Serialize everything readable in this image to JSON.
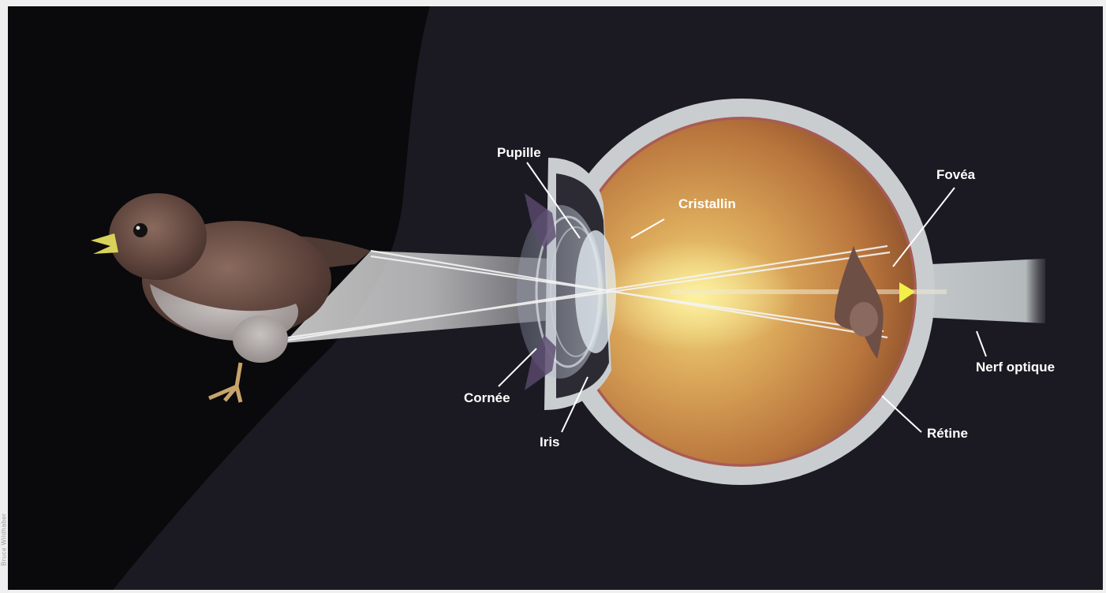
{
  "labels": {
    "pupille": "Pupille",
    "cristallin": "Cristallin",
    "fovea": "Fovéa",
    "nerf_optique": "Nerf optique",
    "cornee": "Cornée",
    "iris": "Iris",
    "retine": "Rétine"
  },
  "credit": "Bruce Wildhaber",
  "colors": {
    "background": "#0a090c",
    "head_silhouette": "#1b1a22",
    "sclera": "#c9cdd0",
    "vitreous": "#c98a45",
    "retina_line": "#a85a5a",
    "label_text": "#ffffff"
  }
}
